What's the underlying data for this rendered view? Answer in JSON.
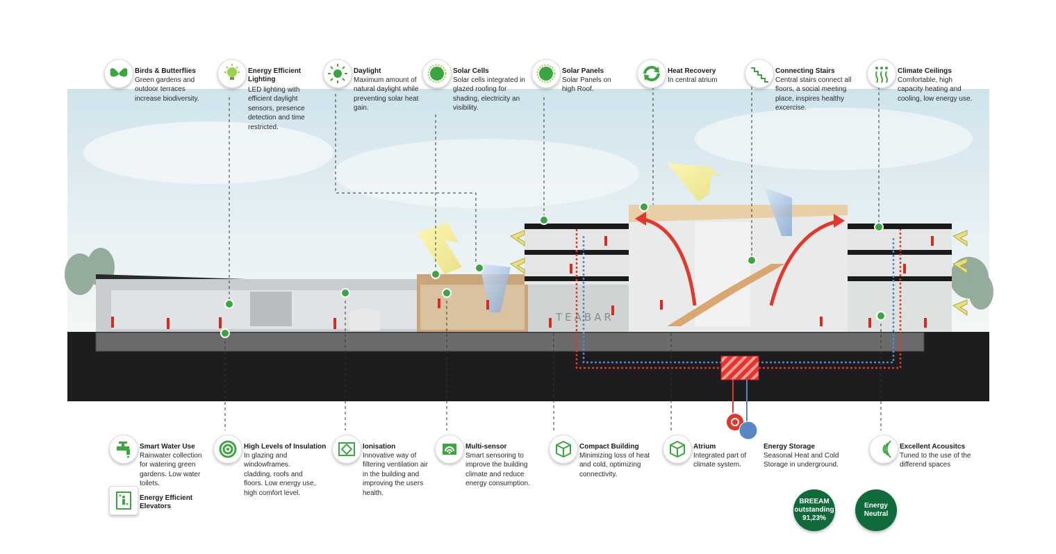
{
  "features_top": [
    {
      "id": "birds",
      "icon": "butterfly-icon",
      "title": "Birds & Butterflies",
      "desc": "Green gardens and outdoor terraces increase biodiversity."
    },
    {
      "id": "lighting",
      "icon": "lightbulb-icon",
      "title": "Energy Efficient Lighting",
      "desc": "LED lighting with efficient daylight sensors, presence detection and time restricted."
    },
    {
      "id": "daylight",
      "icon": "sun-icon",
      "title": "Daylight",
      "desc": "Maximum amount of natural daylight while preventing solar heat gain."
    },
    {
      "id": "solar-cells",
      "icon": "solar-cell-icon",
      "title": "Solar Cells",
      "desc": "Solar cells integrated in glazed roofing for shading, electricity an visibility."
    },
    {
      "id": "solar-panels",
      "icon": "solar-panel-icon",
      "title": "Solar Panels",
      "desc": "Solar Panels on high Roof."
    },
    {
      "id": "heat-recovery",
      "icon": "recycle-arrows-icon",
      "title": "Heat Recovery",
      "desc": "In central atrium"
    },
    {
      "id": "stairs",
      "icon": "stairs-icon",
      "title": "Connecting Stairs",
      "desc": "Central stairs connect all floors, a social meeting place, inspires healthy excercise."
    },
    {
      "id": "ceilings",
      "icon": "climate-ceiling-icon",
      "title": "Climate Ceilings",
      "desc": "Comfortable, high capacity heating and cooling, low energy use."
    }
  ],
  "features_bottom": [
    {
      "id": "water",
      "icon": "water-tap-icon",
      "title": "Smart Water Use",
      "desc": "Rainwater collection for watering green gardens. Low water toilets."
    },
    {
      "id": "insulation",
      "icon": "insulation-target-icon",
      "title": "High Levels of Insulation",
      "desc": "In glazing and windowframes. cladding, roofs and floors. Low energy use, high comfort level."
    },
    {
      "id": "ionisation",
      "icon": "ionisation-icon",
      "title": "Ionisation",
      "desc": "Innovative way of filtering ventilation air in the building and improving the users health."
    },
    {
      "id": "multisensor",
      "icon": "wifi-sensor-icon",
      "title": "Multi-sensor",
      "desc": "Smart sensoring to improve the building climate and reduce energy consumption."
    },
    {
      "id": "compact",
      "icon": "cube-icon",
      "title": "Compact Building",
      "desc": "Minimizing loss of heat and cold, optimizing connectivity."
    },
    {
      "id": "atrium",
      "icon": "cube-icon",
      "title": "Atrium",
      "desc": "Integrated part of climate system."
    },
    {
      "id": "storage",
      "icon": "storage-icon",
      "title": "Energy Storage",
      "desc": "Seasonal Heat and Cold Storage in underground."
    },
    {
      "id": "acoustics",
      "icon": "sound-waves-icon",
      "title": "Excellent Acousitcs",
      "desc": "Tuned to the use of the differend spaces"
    },
    {
      "id": "elevators",
      "icon": "elevator-icon",
      "title": "Energy Efficient Elevators",
      "desc": ""
    }
  ],
  "badges": {
    "breeam": "BREEAM outstanding 91,23%",
    "neutral": "Energy Neutral"
  },
  "signage": {
    "teabar": "TEABAR"
  },
  "colors": {
    "accent_green": "#3aa640",
    "badge_green": "#0f6b3a",
    "heat_red": "#e2372a",
    "cold_blue": "#5b86c4",
    "ground": "#1d1d1f"
  }
}
